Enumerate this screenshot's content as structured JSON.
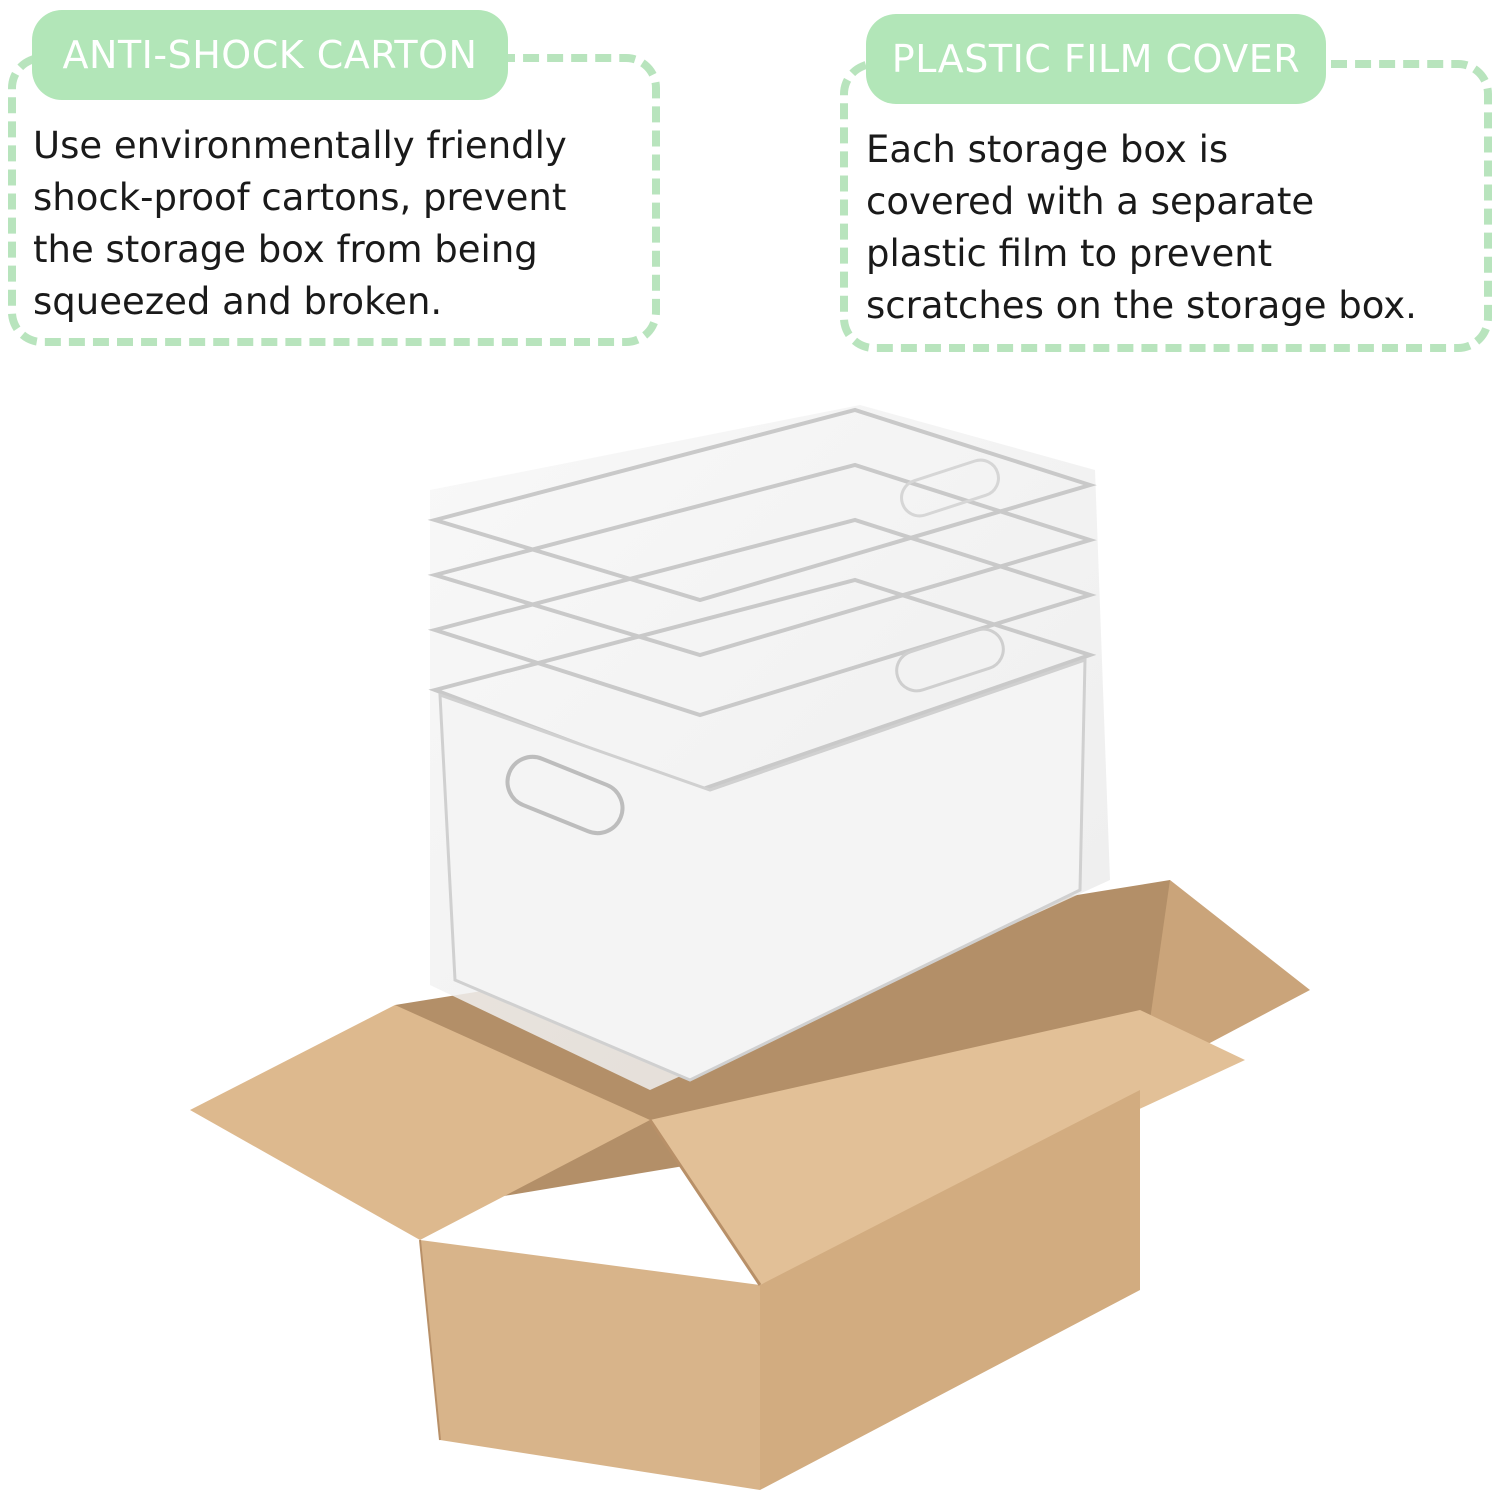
{
  "callouts": {
    "left": {
      "title": "ANTI-SHOCK CARTON",
      "body": "Use environmentally friendly\nshock-proof cartons, prevent\nthe storage box from being\nsqueezed and broken."
    },
    "right": {
      "title": "PLASTIC FILM COVER",
      "body": "Each storage box is\ncovered with a separate\nplastic film to prevent\nscratches on the storage box."
    }
  },
  "colors": {
    "accent_green": "#b2e6b8",
    "dashed_border": "#b8e4bd",
    "cardboard": "#d8b48a",
    "text": "#1a1a1a"
  },
  "illustration": {
    "subject": "stacked clear storage bins wrapped in plastic film inside an open cardboard box"
  }
}
